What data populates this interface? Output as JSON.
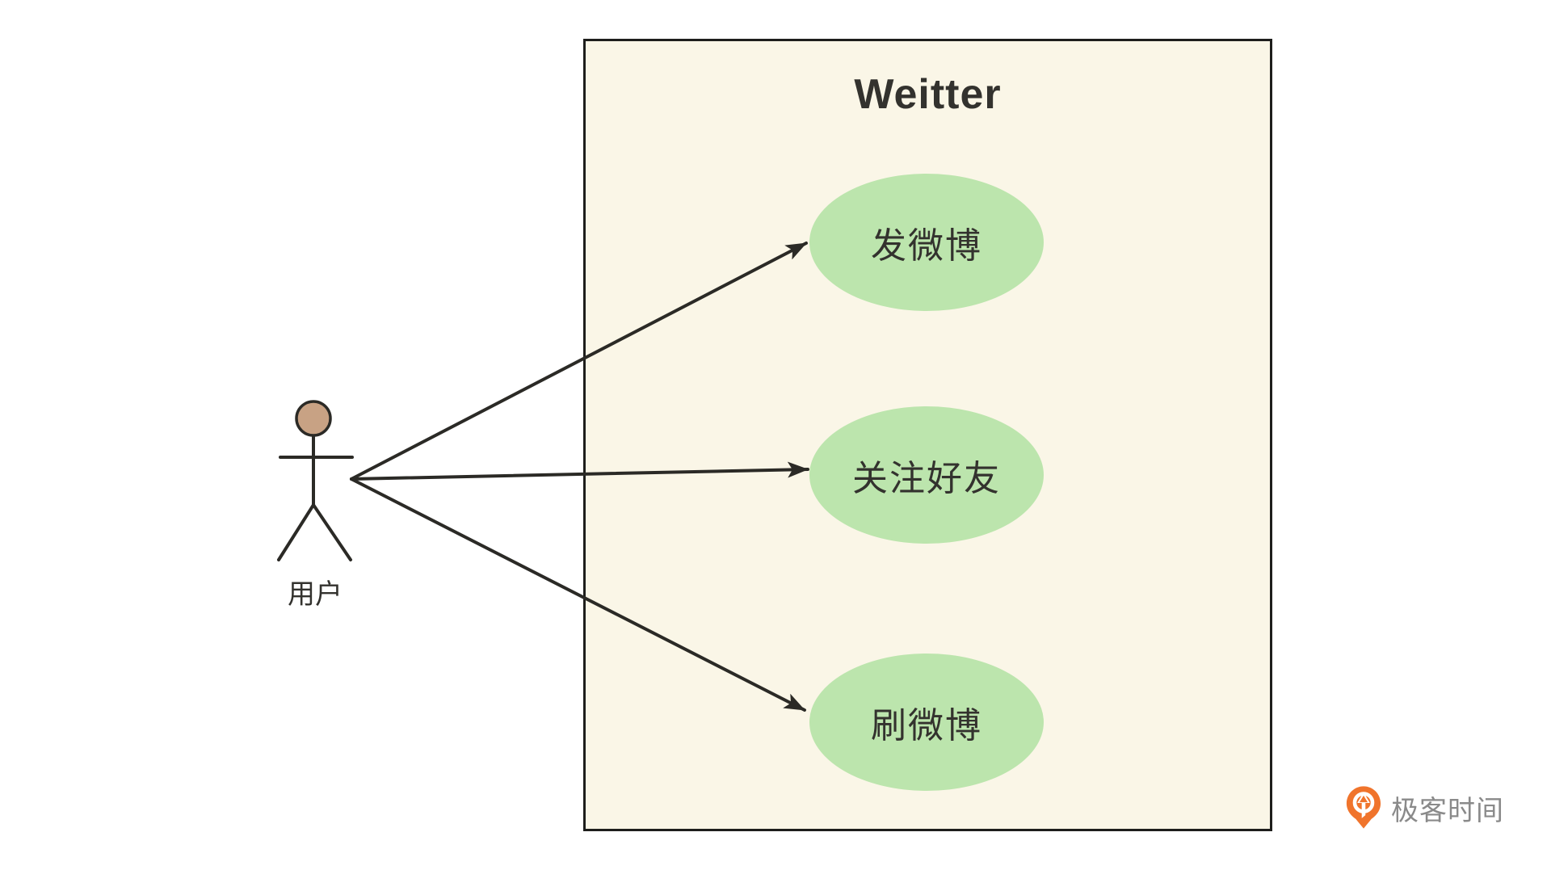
{
  "diagram": {
    "type": "uml-use-case",
    "system": {
      "title": "Weitter"
    },
    "actor": {
      "label": "用户"
    },
    "use_cases": [
      {
        "id": "post-weibo",
        "label": "发微博"
      },
      {
        "id": "follow-friends",
        "label": "关注好友"
      },
      {
        "id": "browse-weibo",
        "label": "刷微博"
      }
    ],
    "relations": [
      {
        "from": "actor",
        "to": "post-weibo"
      },
      {
        "from": "actor",
        "to": "follow-friends"
      },
      {
        "from": "actor",
        "to": "browse-weibo"
      }
    ],
    "colors": {
      "system_fill": "#FAF6E7",
      "system_border": "#1E1E1C",
      "oval_fill": "#BCE5AD",
      "line_color": "#2B2A26",
      "text_color": "#33322E",
      "actor_head_fill": "#C8A284"
    }
  },
  "watermark": {
    "brand": "极客时间",
    "icon": "geektime-pin-icon",
    "icon_color": "#F0742C",
    "text_color": "#8A8A8A"
  }
}
